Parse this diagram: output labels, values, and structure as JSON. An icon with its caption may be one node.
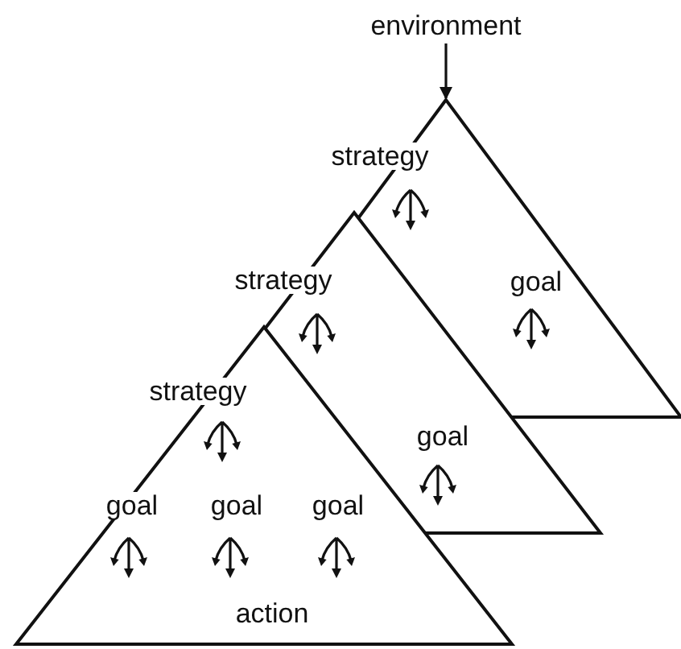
{
  "diagram": {
    "nodes": [
      {
        "text": [
          "environment"
        ]
      },
      {
        "text": [
          "strategy",
          "goal"
        ]
      },
      {
        "text": [
          "strategy",
          "goal"
        ]
      },
      {
        "text": [
          "strategy",
          "goal",
          "goal",
          "goal",
          "action"
        ]
      }
    ],
    "edges": [
      {
        "from": 0,
        "to": 1,
        "arrow": "to"
      }
    ]
  }
}
